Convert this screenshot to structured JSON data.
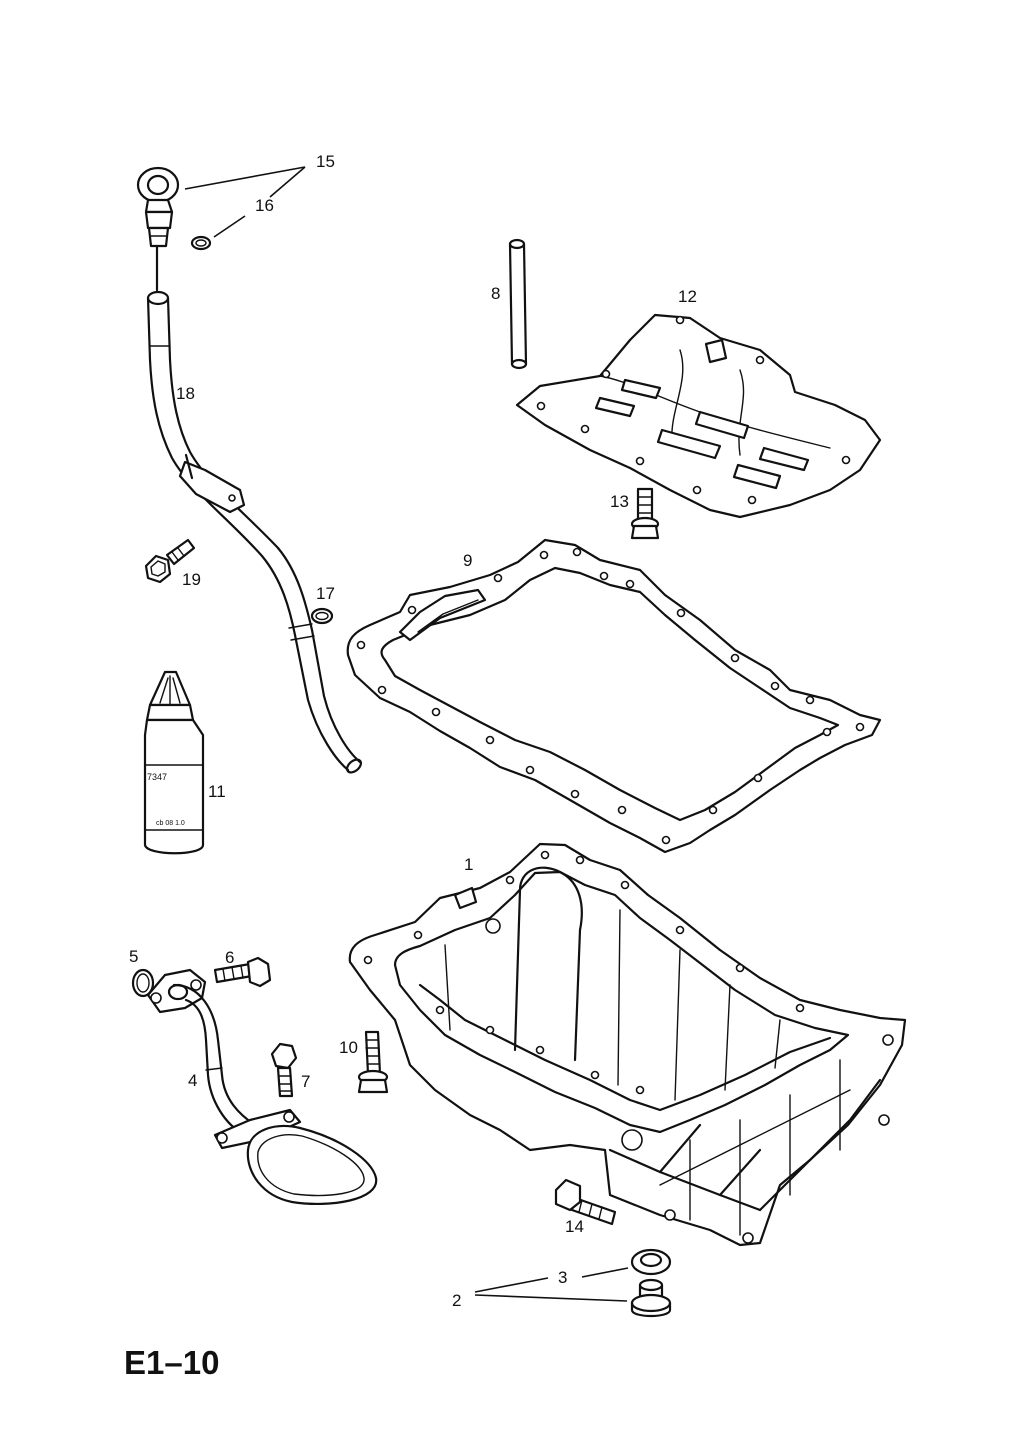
{
  "diagram": {
    "id_label": "E1–10",
    "callouts": {
      "p1": "1",
      "p2": "2",
      "p3": "3",
      "p4": "4",
      "p5": "5",
      "p6": "6",
      "p7": "7",
      "p8": "8",
      "p9": "9",
      "p10": "10",
      "p11": "11",
      "p12": "12",
      "p13": "13",
      "p14": "14",
      "p15": "15",
      "p16": "16",
      "p17": "17",
      "p18": "18",
      "p19": "19"
    },
    "bottle_label": {
      "code": "7347",
      "sub": "cb 08 1.0"
    }
  }
}
